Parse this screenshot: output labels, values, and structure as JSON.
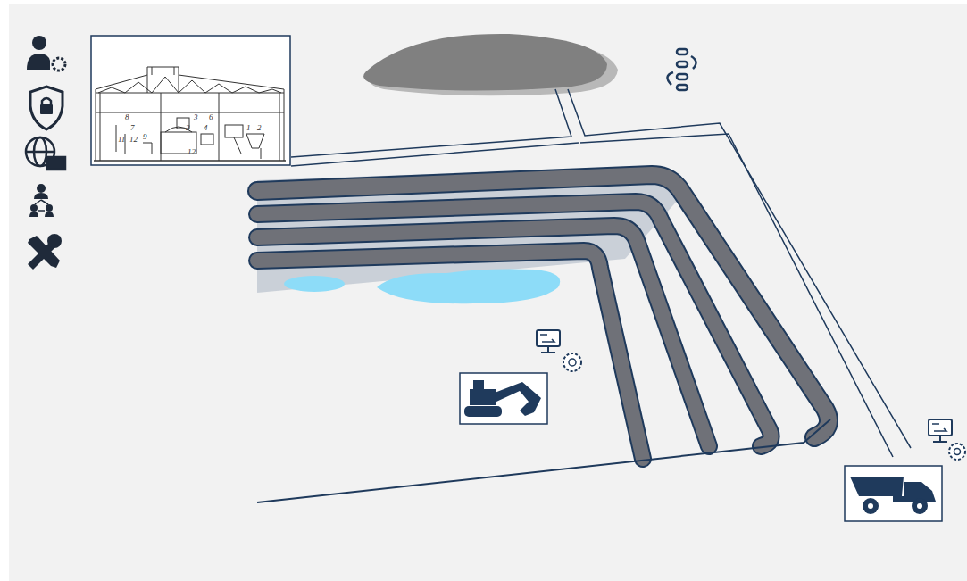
{
  "diagram": {
    "labels": [
      "8",
      "3",
      "6",
      "7",
      "2",
      "4",
      "1",
      "2",
      "11",
      "12",
      "9",
      "12"
    ]
  }
}
